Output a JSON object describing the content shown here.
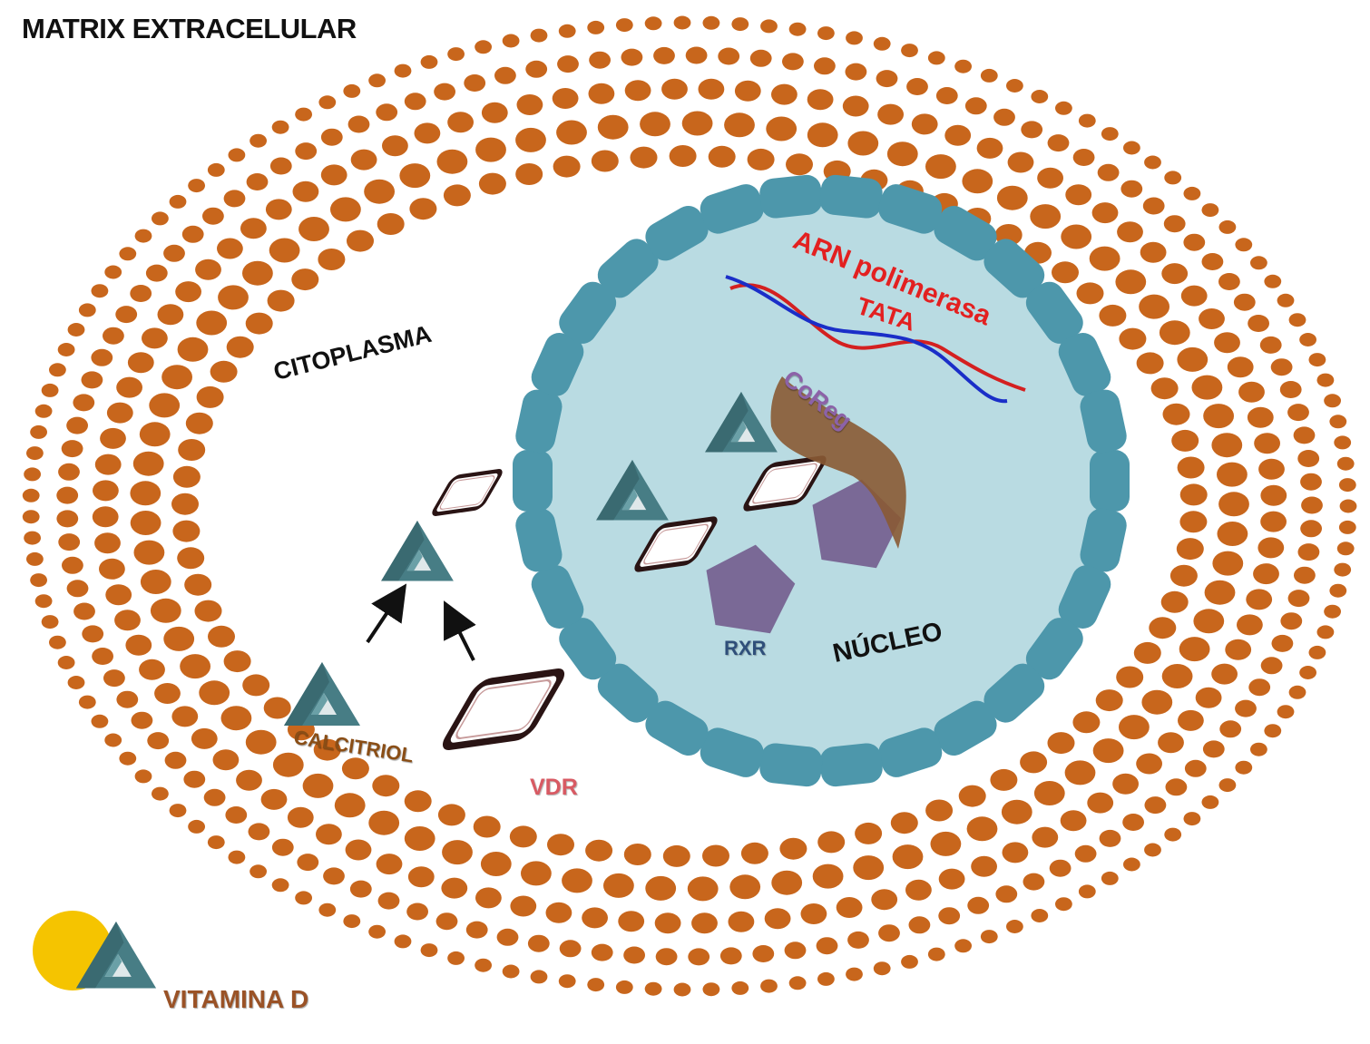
{
  "labels": {
    "matrix": "MATRIX EXTRACELULAR",
    "citoplasma": "CITOPLASMA",
    "nucleo": "NÚCLEO",
    "calcitriol": "CALCITRIOL",
    "vdr": "VDR",
    "rxr": "RXR",
    "coreg": "CoReg",
    "arn": "ARN polimerasa",
    "tata": "TATA",
    "vitamina": "VITAMINA D"
  },
  "colors": {
    "membrane_dot": "#c8661c",
    "nucleus_fill": "#b9dbe2",
    "nuclear_envelope": "#4d97ab",
    "ligand": "#477d85",
    "receptor_outline": "#2a1414",
    "rxr": "#7a6996",
    "coreg": "#8a5a34",
    "strand_red": "#d42020",
    "strand_blue": "#1a2ec8",
    "sun": "#f5c400"
  }
}
